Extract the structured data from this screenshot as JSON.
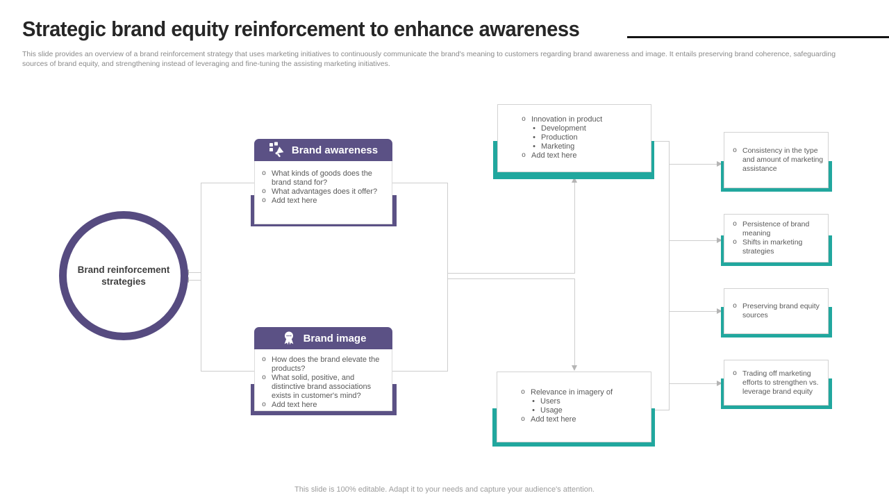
{
  "slide": {
    "title": "Strategic brand equity reinforcement to enhance awareness",
    "subtitle": "This slide provides an overview of a brand reinforcement strategy that uses marketing initiatives to continuously communicate the brand's meaning to customers regarding brand awareness and image. It entails preserving brand coherence, safeguarding sources of brand equity, and strengthening instead of leveraging and fine-tuning the assisting marketing initiatives.",
    "footer": "This slide is 100% editable. Adapt it to your needs and capture your audience's attention."
  },
  "circle": {
    "label": "Brand reinforcement strategies"
  },
  "groups": [
    {
      "title": "Brand awareness",
      "icon": "megaphone-icon",
      "bullets": [
        "What kinds of goods does the brand stand for?",
        "What advantages does it offer?",
        "Add text here"
      ]
    },
    {
      "title": "Brand image",
      "icon": "award-badge-icon",
      "bullets": [
        "How does the brand elevate the products?",
        "What solid, positive, and distinctive brand associations exists in customer's mind?",
        "Add text here"
      ]
    }
  ],
  "mid_cards": [
    {
      "bullets": [
        {
          "text": "Innovation in product",
          "subs": [
            "Development",
            "Production",
            "Marketing"
          ]
        },
        {
          "text": "Add text here",
          "subs": []
        }
      ]
    },
    {
      "bullets": [
        {
          "text": "Relevance in imagery of",
          "subs": [
            "Users",
            "Usage"
          ]
        },
        {
          "text": "Add text here",
          "subs": []
        }
      ]
    }
  ],
  "right_cards": [
    {
      "bullets": [
        "Consistency in the type and amount of marketing assistance"
      ]
    },
    {
      "bullets": [
        "Persistence of brand meaning",
        "Shifts in marketing strategies"
      ]
    },
    {
      "bullets": [
        "Preserving brand equity sources"
      ]
    },
    {
      "bullets": [
        "Trading off marketing efforts to strengthen vs. leverage brand equity"
      ]
    }
  ],
  "colors": {
    "purple": "#5b5185",
    "circle_purple": "#564b80",
    "teal": "#21a79e",
    "line_gray": "#cdcdcd",
    "arrow_gray": "#b5b5b5"
  }
}
